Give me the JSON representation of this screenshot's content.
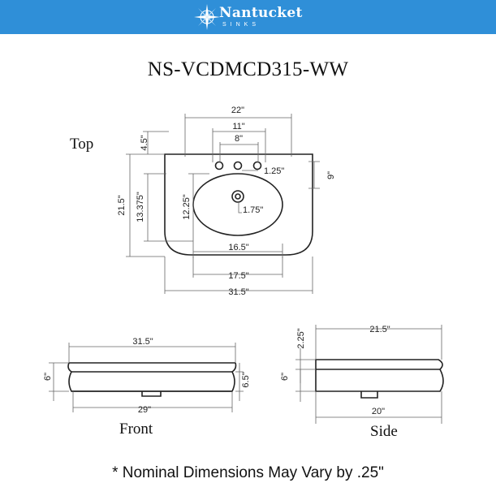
{
  "brand": {
    "name": "Nantucket",
    "sub": "SINKS",
    "banner_color": "#2f8fd8"
  },
  "model": "NS-VCDMCD315-WW",
  "views": {
    "top": "Top",
    "front": "Front",
    "side": "Side"
  },
  "top_dims": {
    "w22": "22\"",
    "w11": "11\"",
    "w8": "8\"",
    "d45": "4.5\"",
    "hole": "1.25\"",
    "d9": "9\"",
    "d215": "21.5\"",
    "d13375": "13.375\"",
    "d1225": "12.25\"",
    "drain": "1.75\"",
    "w165": "16.5\"",
    "w175": "17.5\"",
    "w315": "31.5\""
  },
  "front_dims": {
    "w315": "31.5\"",
    "h6": "6\"",
    "h65": "6.5\"",
    "w29": "29\""
  },
  "side_dims": {
    "w215": "21.5\"",
    "h225": "2.25\"",
    "h6": "6\"",
    "w20": "20\""
  },
  "footnote": "* Nominal Dimensions May Vary by  .25\""
}
